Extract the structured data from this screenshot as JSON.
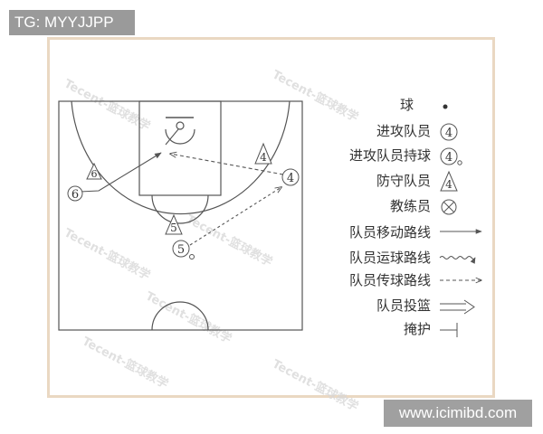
{
  "top_tag": "TG: MYYJJPP",
  "source_url": "www.icimibd.com",
  "watermark_text": "Tecent-篮球教学",
  "colors": {
    "frame": "#ead8c2",
    "tag_bg": "#9a9a9a",
    "line": "#555555",
    "watermark": "#d6d6d6"
  },
  "players": {
    "p6_offense": "6",
    "p6_defense": "6",
    "p5_offense": "5",
    "p5_defense": "5",
    "p4_offense": "4",
    "p4_defense": "4"
  },
  "legend": [
    {
      "label": "球",
      "icon": "ball-icon"
    },
    {
      "label": "进攻队员",
      "icon": "offense-player-icon",
      "num": "4"
    },
    {
      "label": "进攻队员持球",
      "icon": "offense-player-with-ball-icon",
      "num": "4"
    },
    {
      "label": "防守队员",
      "icon": "defense-player-icon",
      "num": "4"
    },
    {
      "label": "教练员",
      "icon": "coach-icon"
    },
    {
      "label": "队员移动路线",
      "icon": "move-path-icon"
    },
    {
      "label": "队员运球路线",
      "icon": "dribble-path-icon"
    },
    {
      "label": "队员传球路线",
      "icon": "pass-path-icon"
    },
    {
      "label": "队员投篮",
      "icon": "shot-icon"
    },
    {
      "label": "掩护",
      "icon": "screen-icon"
    }
  ]
}
